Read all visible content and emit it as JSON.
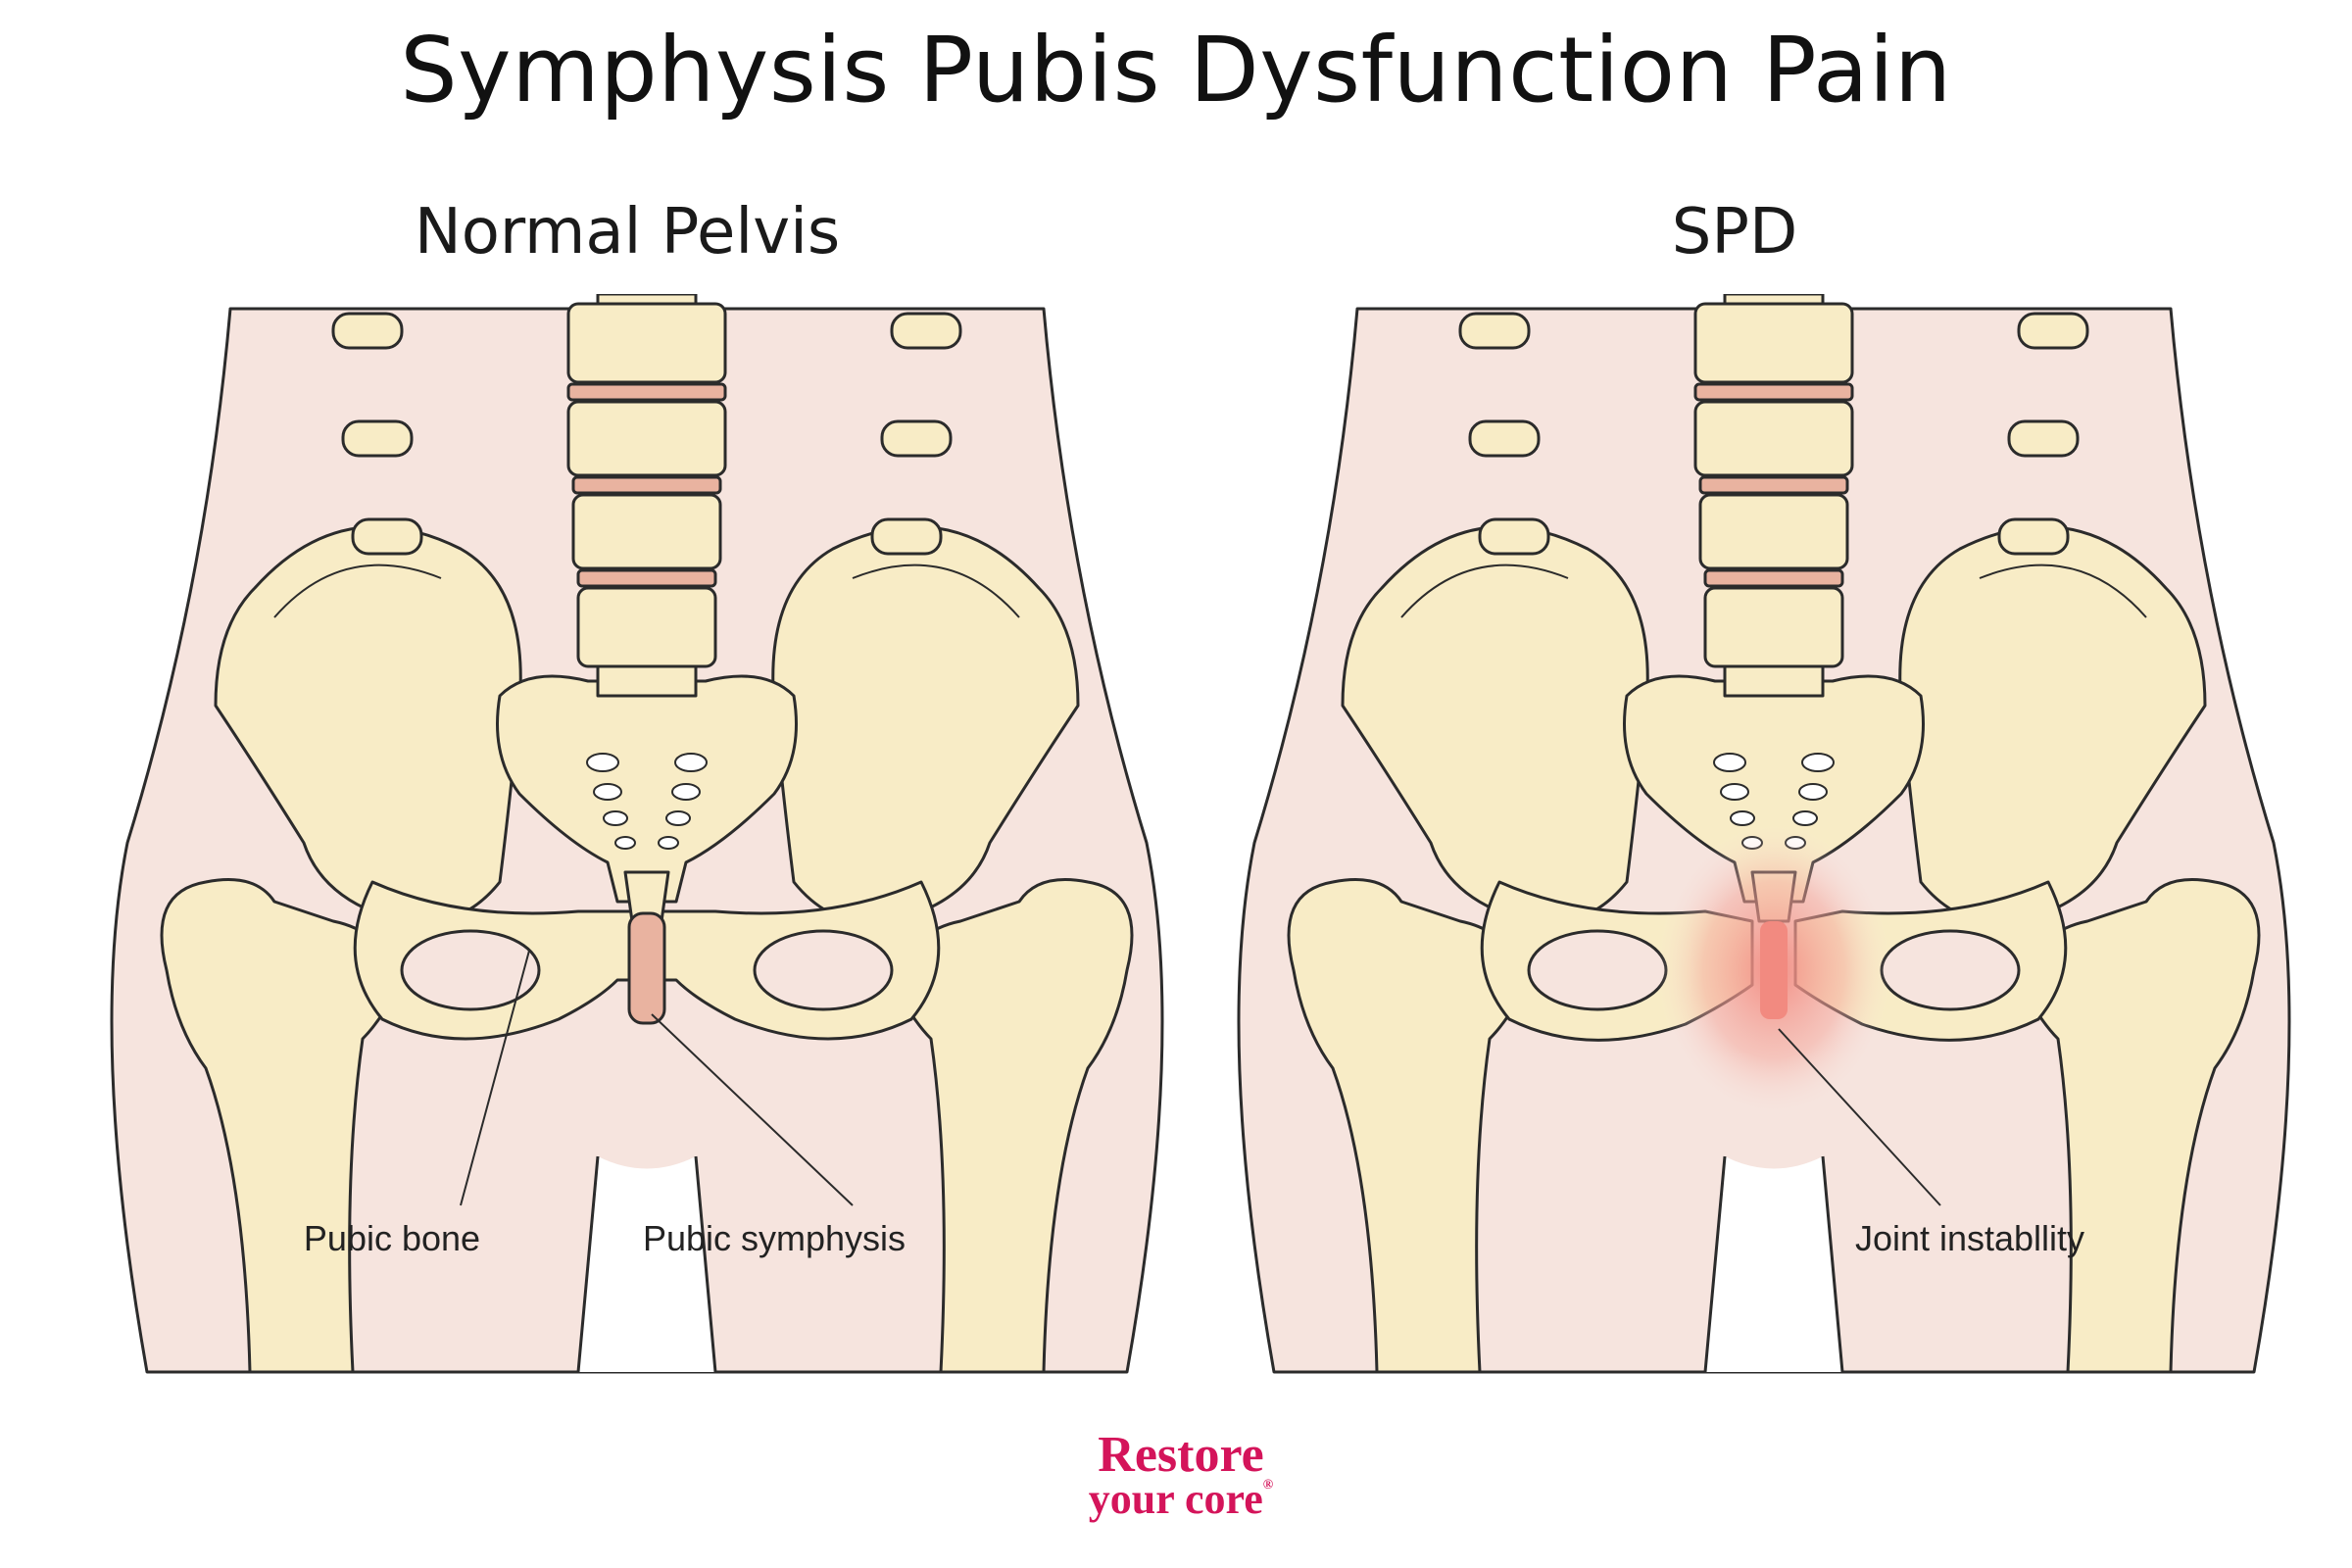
{
  "title": "Symphysis Pubis Dysfunction Pain",
  "panels": [
    {
      "title": "Normal Pelvis",
      "labels": [
        "Pubic bone",
        "Pubic symphysis"
      ]
    },
    {
      "title": "SPD",
      "labels": [
        "Joint instabllity"
      ]
    }
  ],
  "logo": {
    "line1": "Restore",
    "line2": "your core",
    "mark": "®"
  },
  "colors": {
    "skin": "#f6e4de",
    "bone": "#f8ecc6",
    "cartilage": "#e9b3a0",
    "pain": "#f28a80",
    "logo": "#d4145a"
  }
}
